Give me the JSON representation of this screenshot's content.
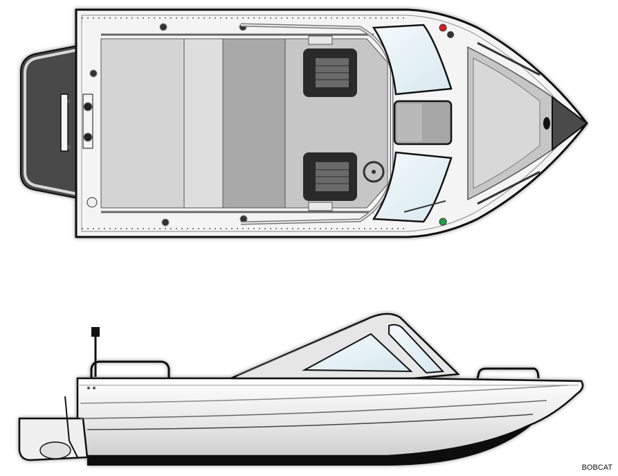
{
  "caption": "BOBCAT",
  "views": [
    "top-view",
    "side-view"
  ],
  "colors": {
    "hull_white": "#f4f4f4",
    "deck_light": "#d8d8d8",
    "deck_mid": "#a8a8a8",
    "deck_gray": "#c2c2c2",
    "dark_panel": "#4a4a4a",
    "outline": "#111111",
    "glass": "#e6f2f7",
    "seat": "#2a2a2a",
    "nav_red": "#d22222",
    "nav_green": "#22a044",
    "bottom_paint": "#111111"
  }
}
